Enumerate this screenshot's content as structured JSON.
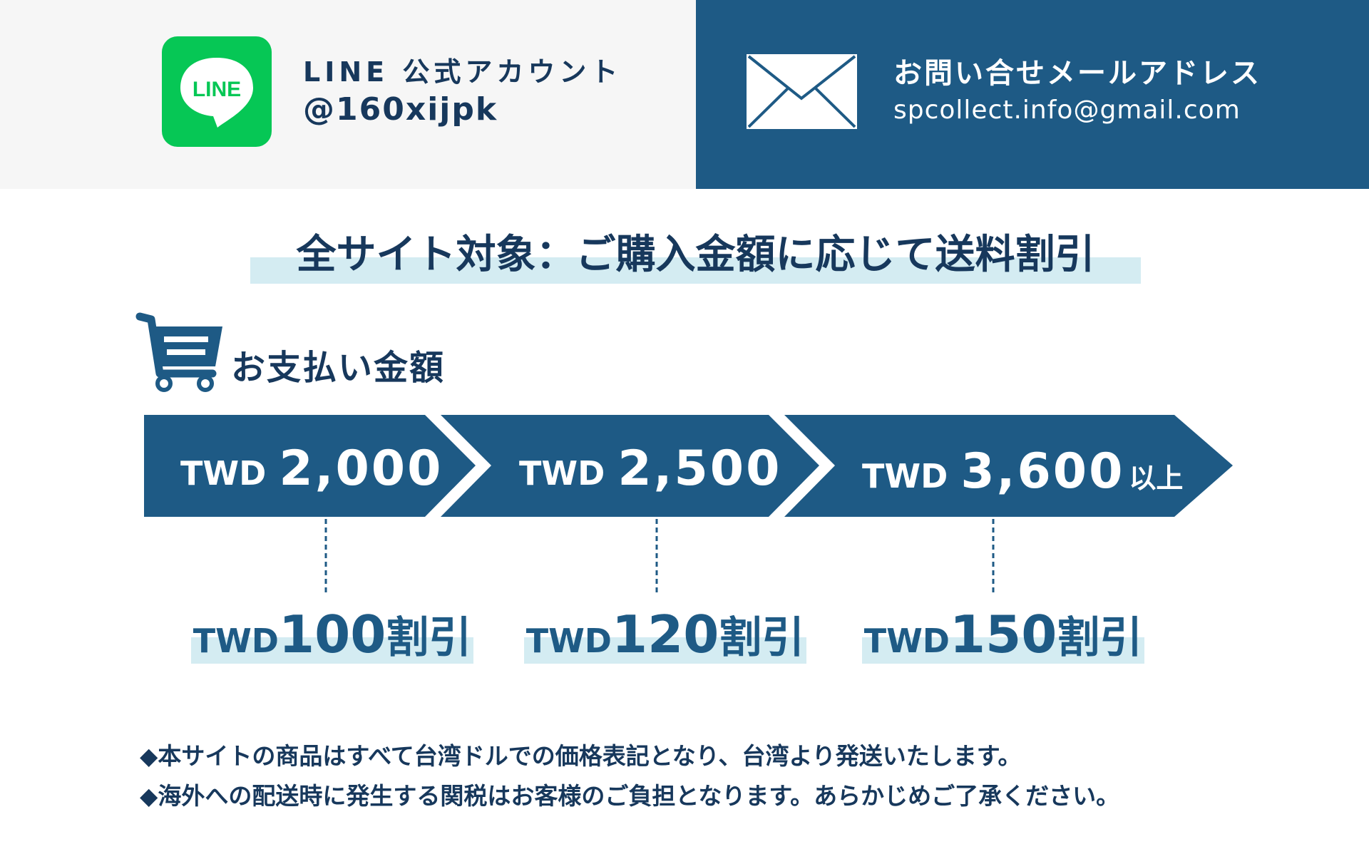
{
  "contact": {
    "line": {
      "title": "LINE 公式アカウント",
      "id": "@160xijpk",
      "logo_text": "LINE"
    },
    "mail": {
      "title": "お問い合せメールアドレス",
      "address": "spcollect.info@gmail.com"
    }
  },
  "headline": "全サイト対象：ご購入金額に応じて送料割引",
  "payment_label": "お支払い金額",
  "tiers": [
    {
      "currency": "TWD",
      "amount": "2,000",
      "suffix": ""
    },
    {
      "currency": "TWD",
      "amount": "2,500",
      "suffix": ""
    },
    {
      "currency": "TWD",
      "amount": "3,600",
      "suffix": "以上"
    }
  ],
  "discounts": [
    {
      "currency": "TWD",
      "amount": "100",
      "word": "割引"
    },
    {
      "currency": "TWD",
      "amount": "120",
      "word": "割引"
    },
    {
      "currency": "TWD",
      "amount": "150",
      "word": "割引"
    }
  ],
  "notes": [
    "◆本サイトの商品はすべて台湾ドルでの価格表記となり、台湾より発送いたします。",
    "◆海外への配送時に発生する関税はお客様のご負担となります。あらかじめご了承ください。"
  ],
  "colors": {
    "navy": "#1e5a85",
    "text": "#17385c",
    "highlight": "#d4ecf2",
    "line_green": "#06c755"
  }
}
